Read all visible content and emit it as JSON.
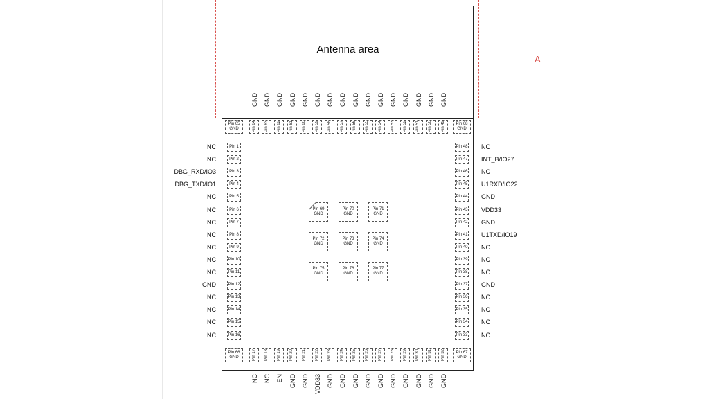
{
  "diagram": {
    "antenna_label": "Antenna area",
    "callout_label": "A",
    "top_pins": [
      "Pin 64",
      "Pin 63",
      "Pin 62",
      "Pin 61",
      "Pin 60",
      "Pin 59",
      "Pin 58",
      "Pin 57",
      "Pin 56",
      "Pin 55",
      "Pin 54",
      "Pin 53",
      "Pin 52",
      "Pin 51",
      "Pin 50",
      "Pin 49"
    ],
    "top_signals": [
      "GND",
      "GND",
      "GND",
      "GND",
      "GND",
      "GND",
      "GND",
      "GND",
      "GND",
      "GND",
      "GND",
      "GND",
      "GND",
      "GND",
      "GND",
      "GND"
    ],
    "bottom_pins": [
      "Pin 17",
      "Pin 18",
      "Pin 19",
      "Pin 20",
      "Pin 21",
      "Pin 22",
      "Pin 23",
      "Pin 24",
      "Pin 25",
      "Pin 26",
      "Pin 27",
      "Pin 28",
      "Pin 29",
      "Pin 30",
      "Pin 31",
      "Pin 32"
    ],
    "bottom_signals": [
      "NC",
      "NC",
      "EN",
      "GND",
      "GND",
      "VDD33",
      "GND",
      "GND",
      "GND",
      "GND",
      "GND",
      "GND",
      "GND",
      "GND",
      "GND",
      "GND"
    ],
    "left_pins": [
      "Pin 1",
      "Pin 2",
      "Pin 3",
      "Pin 4",
      "Pin 5",
      "Pin 6",
      "Pin 7",
      "Pin 8",
      "Pin 9",
      "Pin 10",
      "Pin 11",
      "Pin 12",
      "Pin 13",
      "Pin 14",
      "Pin 15",
      "Pin 16"
    ],
    "left_signals": [
      "NC",
      "NC",
      "DBG_RXD/IO3",
      "DBG_TXD/IO1",
      "NC",
      "NC",
      "NC",
      "NC",
      "NC",
      "NC",
      "NC",
      "GND",
      "NC",
      "NC",
      "NC",
      "NC"
    ],
    "right_pins": [
      "Pin 48",
      "Pin 47",
      "Pin 46",
      "Pin 45",
      "Pin 44",
      "Pin 43",
      "Pin 42",
      "Pin 41",
      "Pin 40",
      "Pin 39",
      "Pin 38",
      "Pin 37",
      "Pin 36",
      "Pin 35",
      "Pin 34",
      "Pin 33"
    ],
    "right_signals": [
      "NC",
      "INT_B/IO27",
      "NC",
      "U1RXD/IO22",
      "GND",
      "VDD33",
      "GND",
      "U1TXD/IO19",
      "NC",
      "NC",
      "NC",
      "GND",
      "NC",
      "NC",
      "NC",
      "NC"
    ],
    "corner_pads": [
      {
        "pin": "Pin 65",
        "signal": "GND"
      },
      {
        "pin": "Pin 68",
        "signal": "GND"
      },
      {
        "pin": "Pin 66",
        "signal": "GND"
      },
      {
        "pin": "Pin 67",
        "signal": "GND"
      }
    ],
    "center_pads": [
      {
        "pin": "Pin 69",
        "signal": "GND"
      },
      {
        "pin": "Pin 70",
        "signal": "GND"
      },
      {
        "pin": "Pin 71",
        "signal": "GND"
      },
      {
        "pin": "Pin 72",
        "signal": "GND"
      },
      {
        "pin": "Pin 73",
        "signal": "GND"
      },
      {
        "pin": "Pin 74",
        "signal": "GND"
      },
      {
        "pin": "Pin 75",
        "signal": "GND"
      },
      {
        "pin": "Pin 76",
        "signal": "GND"
      },
      {
        "pin": "Pin 77",
        "signal": "GND"
      }
    ],
    "colors": {
      "outline": "#222222",
      "callout": "#d9534f",
      "pad_border": "#555555",
      "background": "#ffffff"
    }
  }
}
